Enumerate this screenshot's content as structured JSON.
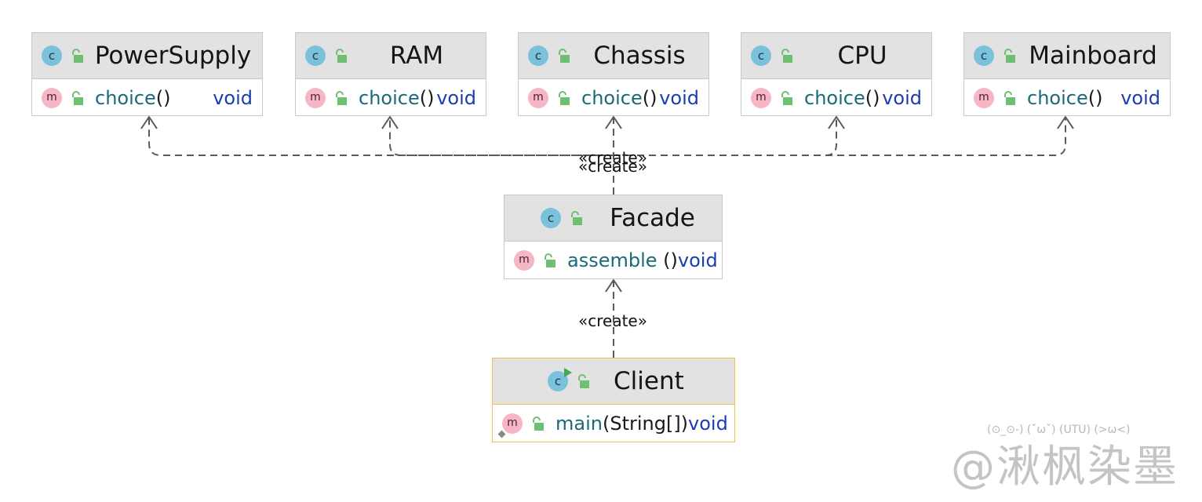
{
  "diagram": {
    "stereotype": "«create»",
    "classes": {
      "power_supply": {
        "name": "PowerSupply",
        "method": "choice",
        "params": "()",
        "return_type": "void"
      },
      "ram": {
        "name": "RAM",
        "method": "choice",
        "params": "()",
        "return_type": "void"
      },
      "chassis": {
        "name": "Chassis",
        "method": "choice",
        "params": "()",
        "return_type": "void"
      },
      "cpu": {
        "name": "CPU",
        "method": "choice",
        "params": "()",
        "return_type": "void"
      },
      "mainboard": {
        "name": "Mainboard",
        "method": "choice",
        "params": "()",
        "return_type": "void"
      },
      "facade": {
        "name": "Facade",
        "method": "assemble",
        "params": " ()",
        "return_type": "void"
      },
      "client": {
        "name": "Client",
        "method": "main",
        "params": "(String[])",
        "return_type": "void"
      }
    },
    "icons": {
      "class": "c",
      "method": "m"
    },
    "colors": {
      "class_icon": "#7cc1dc",
      "method_icon": "#f6b6c5",
      "lock": "#6fbf73",
      "selected_border": "#f2c14b",
      "header_fill": "#e2e2e2",
      "method_name": "#1a6a7a",
      "return_type": "#1b3db0",
      "edge": "#5a5a5a"
    }
  },
  "watermark": {
    "faces": "(⊙_⊙-) (ˇωˇ) (UTU) (>ω<)",
    "text": "@湫枫染墨"
  }
}
